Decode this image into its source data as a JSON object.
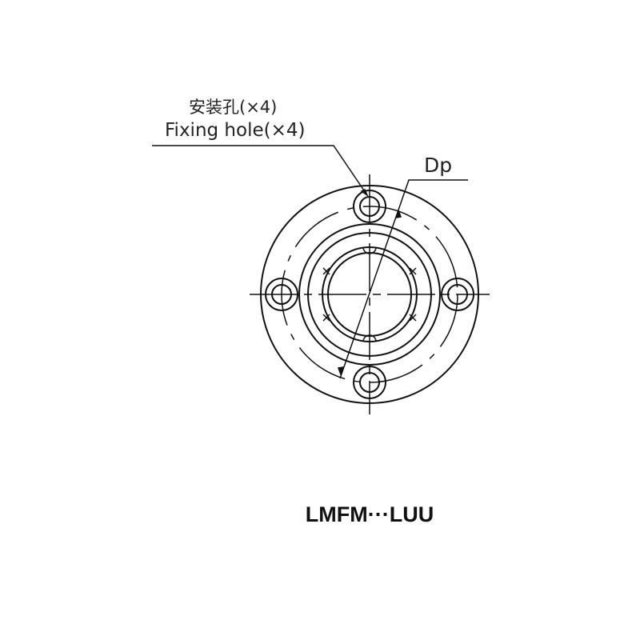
{
  "labels": {
    "fixing_hole_cn": "安装孔(×4)",
    "fixing_hole_en": "Fixing hole(×4)",
    "pitch_diameter": "Dp"
  },
  "title": "LMFM···LUU",
  "colors": {
    "line": "#111111",
    "background": "#ffffff"
  }
}
